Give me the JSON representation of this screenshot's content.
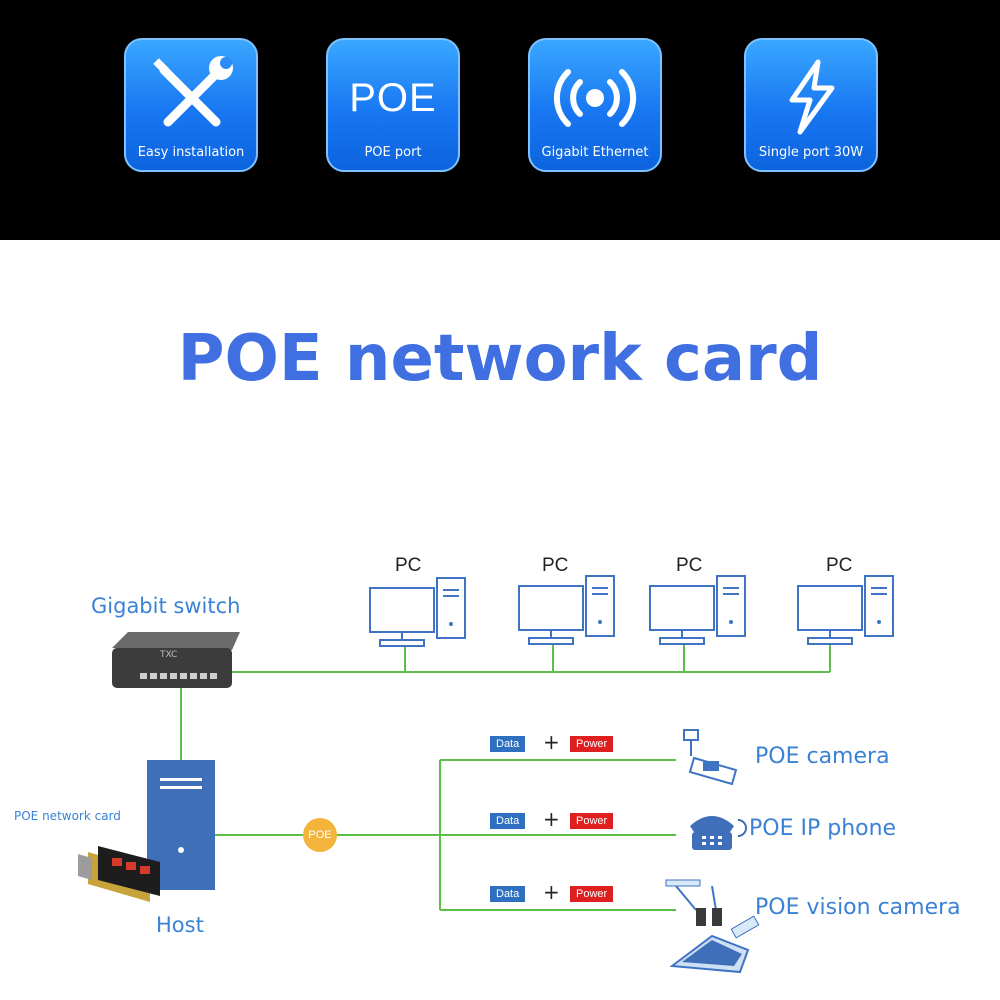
{
  "features": [
    {
      "icon": "tools-icon",
      "label": "Easy installation"
    },
    {
      "icon": "poe-text-icon",
      "icon_text": "POE",
      "label": "POE port"
    },
    {
      "icon": "wireless-signal-icon",
      "label": "Gigabit Ethernet"
    },
    {
      "icon": "lightning-icon",
      "label": "Single port 30W"
    }
  ],
  "title": "POE network card",
  "diagram": {
    "switch_label": "Gigabit switch",
    "switch_brand": "TXC",
    "pcs": [
      "PC",
      "PC",
      "PC",
      "PC"
    ],
    "host_label": "Host",
    "card_label": "POE network card",
    "poe_badge": "POE",
    "branches": [
      {
        "data": "Data",
        "plus": "+",
        "power": "Power",
        "device": "POE camera",
        "icon": "camera-icon"
      },
      {
        "data": "Data",
        "plus": "+",
        "power": "Power",
        "device": "POE IP phone",
        "icon": "phone-icon"
      },
      {
        "data": "Data",
        "plus": "+",
        "power": "Power",
        "device": "POE vision camera",
        "icon": "vision-camera-icon"
      }
    ]
  },
  "colors": {
    "accent": "#3f6fe0",
    "line": "#5cbf4a",
    "tile": "#1877f2",
    "label": "#3a82d6",
    "power": "#e02020",
    "data": "#2f6fc0",
    "badge": "#f4b33a"
  }
}
